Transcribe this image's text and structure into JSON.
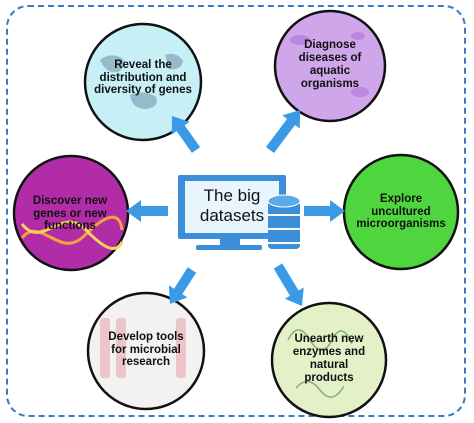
{
  "center": {
    "line1": "The big",
    "line2": "datasets"
  },
  "nodes": [
    {
      "id": "genes",
      "label": "Reveal the distribution and diversity of genes",
      "color": "#c7f0f6"
    },
    {
      "id": "diagnose",
      "label": "Diagnose diseases of aquatic organisms",
      "color": "#cfa6ea"
    },
    {
      "id": "explore",
      "label": "Explore uncultured microorganisms",
      "color": "#4fd63f"
    },
    {
      "id": "discover",
      "label": "Discover new genes or new functions",
      "color": "#b22ca8"
    },
    {
      "id": "develop",
      "label": "Develop tools for microbial research",
      "color": "#f4f2f0"
    },
    {
      "id": "unearth",
      "label": "Unearth new enzymes and natural products",
      "color": "#e3f0c8"
    }
  ],
  "colors": {
    "arrow": "#3b9ae6",
    "border": "#3a78c8",
    "monitor": "#3a8fd8",
    "screen": "#e9f5fd"
  }
}
